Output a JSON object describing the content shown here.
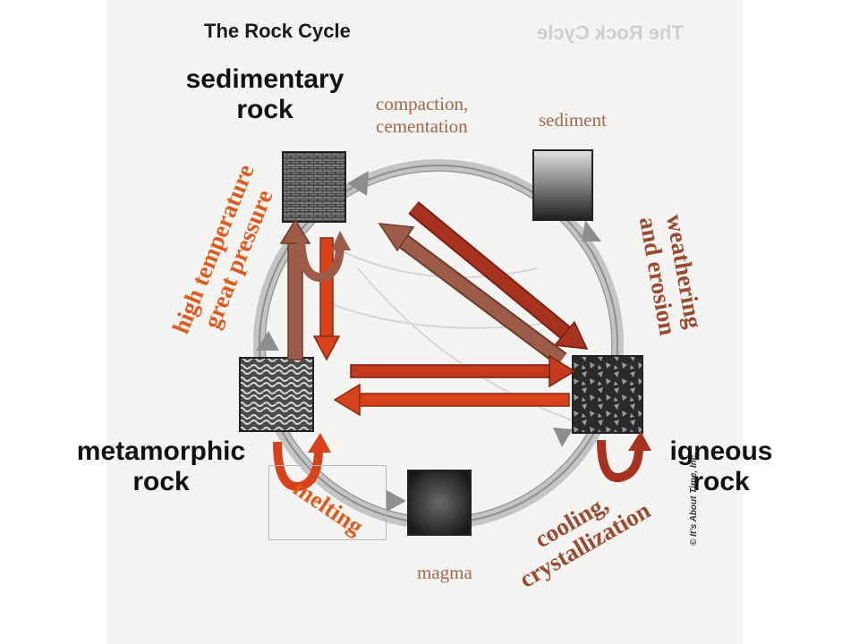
{
  "sheet": {
    "title": "The Rock Cycle",
    "mirrored_title": "The Rock Cycle",
    "copyright": "© It's About Time, Inc."
  },
  "rocks": {
    "sedimentary": {
      "line1": "sedimentary",
      "line2": "rock"
    },
    "metamorphic": {
      "line1": "metamorphic",
      "line2": "rock"
    },
    "igneous": {
      "line1": "igneous",
      "line2": "rock"
    },
    "sediment": "sediment",
    "magma": "magma"
  },
  "processes": {
    "compaction": {
      "line1": "compaction,",
      "line2": "cementation"
    },
    "weathering": {
      "line1": "weathering",
      "line2": "and erosion"
    },
    "heat_pressure": {
      "line1": "high temperature",
      "line2": "great pressure"
    },
    "melting": "melting",
    "cooling": {
      "line1": "cooling,",
      "line2": "crystallization"
    }
  },
  "colors": {
    "sheet": "#f4f4f2",
    "dark_red_arrow": "#a83220",
    "brown_arrow": "#9c5c47",
    "orange_arrow": "#d8421a",
    "label_brown": "#a5664d",
    "label_orange": "#e05a1d"
  }
}
